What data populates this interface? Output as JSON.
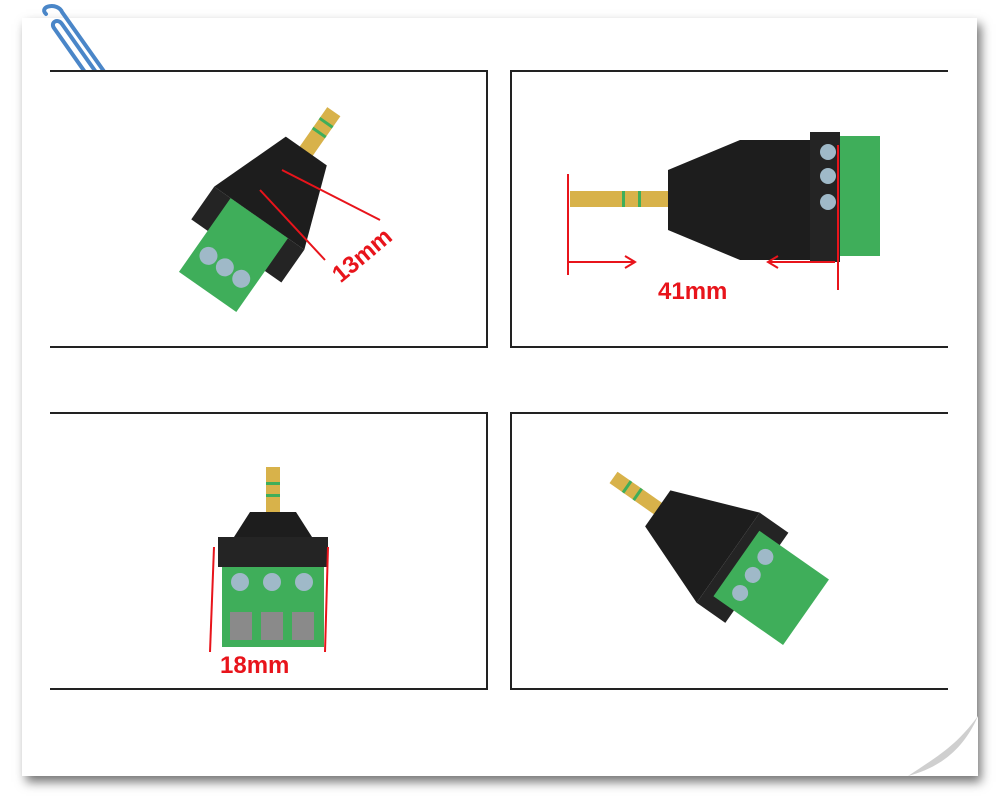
{
  "photos": [
    {
      "measurement": "13mm"
    },
    {
      "measurement": "41mm"
    },
    {
      "measurement": "18mm"
    },
    {
      "measurement": ""
    }
  ],
  "colors": {
    "measure_red": "#e8141b",
    "terminal_green": "#3fae5a",
    "housing_black": "#1d1d1d",
    "gold_plug": "#d8b24a"
  }
}
